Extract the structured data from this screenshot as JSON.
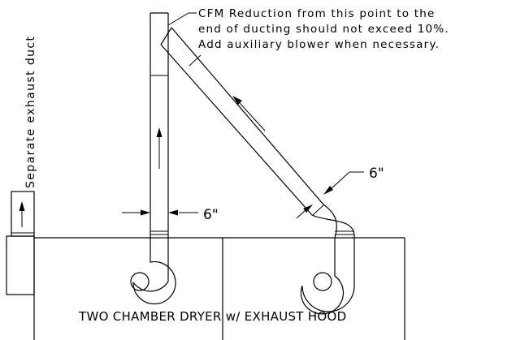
{
  "note": {
    "line1": "CFM Reduction from this point to the",
    "line2": "end of ducting should not exceed 10%.",
    "line3": "Add auxiliary blower when necessary."
  },
  "side_label": "Separate exhaust duct",
  "dryer_label": "TWO CHAMBER DRYER w/ EXHAUST HOOD",
  "dimensions": {
    "vertical_duct": "6\"",
    "diagonal_duct": "6\""
  }
}
